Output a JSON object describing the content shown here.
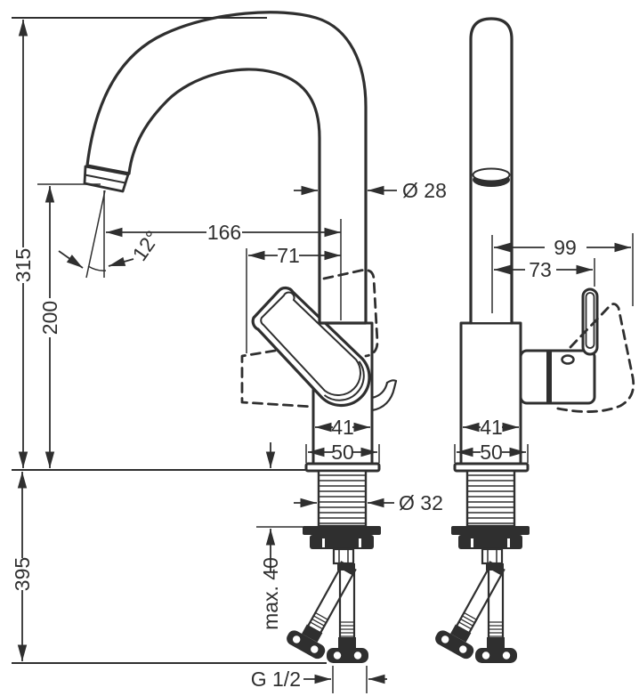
{
  "meta": {
    "ink": "#2f2f2f",
    "background": "#ffffff"
  },
  "front_view": {
    "total_height": "315",
    "spout_height": "200",
    "spout_reach": "166",
    "handle_reach": "71",
    "spout_angle": "12°",
    "spout_diameter": "Ø 28",
    "body_width": "41",
    "base_width": "50",
    "shank_diameter": "Ø 32",
    "max_counter_thickness": "max. 40",
    "below_counter_length": "395",
    "connection_thread": "G 1/2"
  },
  "side_view": {
    "total_depth": "99",
    "handle_depth": "73",
    "body_width": "41",
    "base_width": "50"
  }
}
